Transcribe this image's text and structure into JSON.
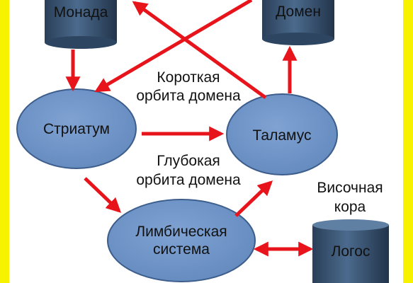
{
  "colors": {
    "border": "#f7f200",
    "background": "#ffffff",
    "arrow": "#e8141b",
    "ellipse_fill": "#6f93c4",
    "ellipse_stroke": "#3d5e8c",
    "cylinder_fill": "#37516e",
    "text": "#111111"
  },
  "nodes": {
    "monada": "Монада",
    "domen": "Домен",
    "striatum": "Стриатум",
    "talamus": "Таламус",
    "limbic_line1": "Лимбическая",
    "limbic_line2": "система",
    "logos": "Логос"
  },
  "labels": {
    "short_orbit_line1": "Короткая",
    "short_orbit_line2": "орбита домена",
    "deep_orbit_line1": "Глубокая",
    "deep_orbit_line2": "орбита домена",
    "temporal_line1": "Височная",
    "temporal_line2": "кора"
  }
}
